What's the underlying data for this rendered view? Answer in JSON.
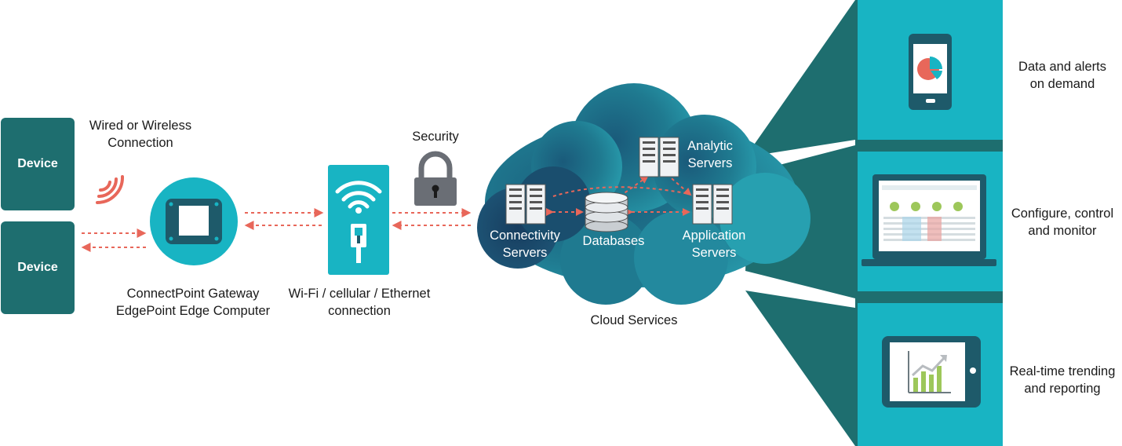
{
  "devices": [
    "Device",
    "Device"
  ],
  "labels": {
    "wireless": [
      "Wired or Wireless",
      "Connection"
    ],
    "gateway": [
      "ConnectPoint Gateway",
      "EdgePoint Edge Computer"
    ],
    "connection": [
      "Wi-Fi / cellular / Ethernet",
      "connection"
    ],
    "security": "Security",
    "cloud": "Cloud Services"
  },
  "cloud_nodes": {
    "connectivity": [
      "Connectivity",
      "Servers"
    ],
    "databases": "Databases",
    "analytic": [
      "Analytic",
      "Servers"
    ],
    "application": [
      "Application",
      "Servers"
    ]
  },
  "outputs": [
    {
      "text": [
        "Data and alerts",
        "on demand"
      ],
      "icon": "smartphone-pie-chart-icon"
    },
    {
      "text": [
        "Configure, control",
        "and monitor"
      ],
      "icon": "laptop-dashboard-icon"
    },
    {
      "text": [
        "Real-time trending",
        "and reporting"
      ],
      "icon": "tablet-bar-chart-icon"
    }
  ],
  "colors": {
    "teal_dark": "#1e6e6f",
    "teal_light": "#18b4c3",
    "navy": "#173d5f",
    "arrow": "#e8675a",
    "lock": "#6a6e75"
  }
}
